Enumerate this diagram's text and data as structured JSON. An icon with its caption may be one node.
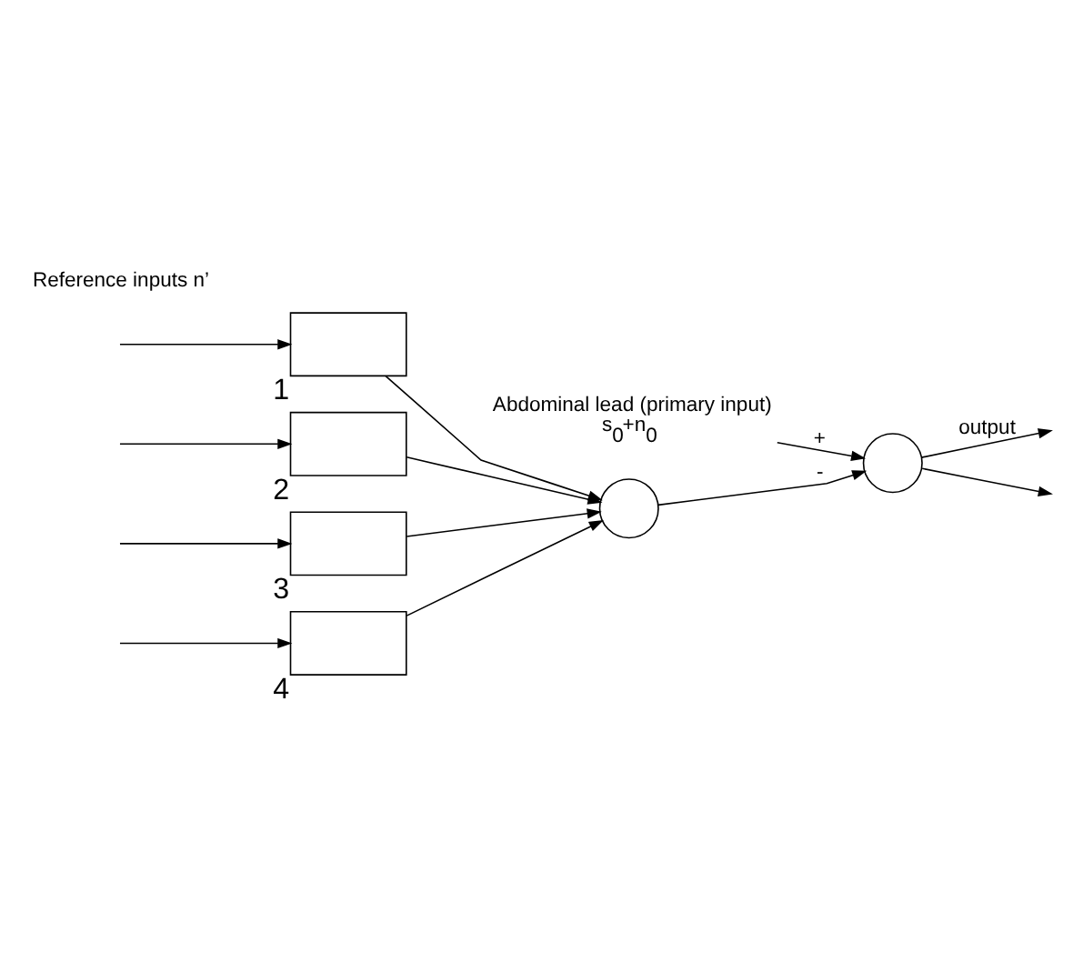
{
  "diagram": {
    "nodes": [
      {
        "text": [
          "Abdominal lead (primary input)",
          "s$_{0}$+n$_{0}$"
        ]
      },
      {
        "text": [],
        "shape": "circle"
      },
      {
        "text": [],
        "shape": "box",
        "beside": [
          "1"
        ]
      },
      {
        "text": [],
        "shape": "box",
        "beside": [
          "2"
        ]
      },
      {
        "text": [],
        "shape": "box",
        "beside": [
          "3"
        ]
      },
      {
        "text": [],
        "shape": "box",
        "beside": [
          "4"
        ]
      },
      {
        "text": [],
        "shape": "circle"
      }
    ],
    "edges": [
      {
        "from": 0,
        "to": 1,
        "arrow": "to",
        "label": "+"
      },
      {
        "from": 1,
        "to": null,
        "arrow": "to",
        "label": "output"
      },
      {
        "from": null,
        "to": 2,
        "arrow": "to"
      },
      {
        "from": null,
        "to": 3,
        "arrow": "to"
      },
      {
        "from": null,
        "to": 4,
        "arrow": "to"
      },
      {
        "from": null,
        "to": 5,
        "arrow": "to"
      },
      {
        "from": 2,
        "to": 6,
        "arrow": "to"
      },
      {
        "from": 3,
        "to": 6,
        "arrow": "to"
      },
      {
        "from": 4,
        "to": 6,
        "arrow": "to"
      },
      {
        "from": 5,
        "to": 6,
        "arrow": "to"
      },
      {
        "from": 6,
        "to": 1,
        "arrow": "to",
        "label": "-"
      },
      {
        "from": 1,
        "to": null,
        "arrow": "to"
      }
    ],
    "labels": [
      "Reference inputs n’"
    ]
  }
}
